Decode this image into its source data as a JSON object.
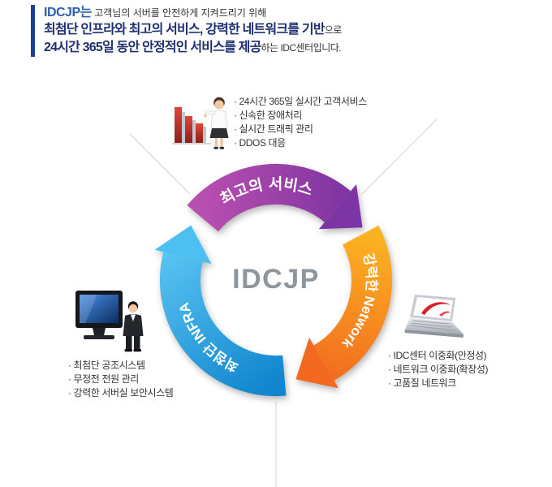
{
  "header": {
    "accent_color": "#1c3f99",
    "brand": "IDCJP는",
    "line1_rest": "고객님의 서버를 안전하게 지켜드리기 위해",
    "line2_strong": "최첨단 인프라와 최고의 서비스, 강력한 네트워크를 기반",
    "line2_suffix": "으로",
    "line3_strong": "24시간 365일 동안 안정적인 서비스를 제공",
    "line3_suffix": "하는 IDC센터입니다."
  },
  "cycle": {
    "center_label": "IDCJP",
    "segments": [
      {
        "id": "service",
        "label": "최고의 서비스",
        "color_start": "#b84fb0",
        "color_end": "#7b33a1",
        "arrow_color": "#7d35a6"
      },
      {
        "id": "network",
        "label": "강력한 Network",
        "color_start": "#fbb321",
        "color_end": "#f2691f",
        "arrow_color": "#f2691f"
      },
      {
        "id": "infra",
        "label": "최첨단 INFRA",
        "color_start": "#5ac5f3",
        "color_end": "#1186ce",
        "arrow_color": "#4cc0f1"
      }
    ]
  },
  "callouts": {
    "service": {
      "items": [
        "· 24시간 365일 실시간 고객서비스",
        "· 신속한 장애처리",
        "· 실시간 트래픽 관리",
        "· DDOS 대응"
      ]
    },
    "infra": {
      "items": [
        "· 최첨단 공조시스템",
        "· 무정전 전원 관리",
        "· 강력한 서버실 보안시스템"
      ]
    },
    "network": {
      "items": [
        "· IDC센터 이중화(안정성)",
        "· 네트워크 이중화(확장성)",
        "· 고품질 네트워크"
      ]
    }
  },
  "illustrations": {
    "service": "bar-chart-with-service-agent",
    "infra": "monitor-with-engineer",
    "network": "laptop-network"
  }
}
